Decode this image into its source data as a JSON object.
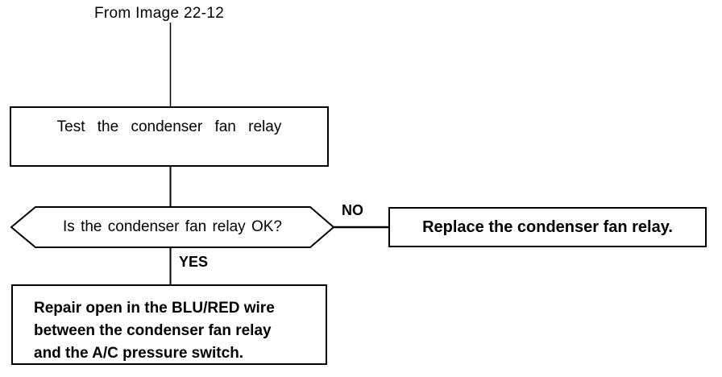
{
  "flowchart": {
    "source_label": "From Image 22-12",
    "nodes": {
      "test": {
        "type": "process",
        "label": "Test the condenser fan relay"
      },
      "decision": {
        "type": "decision",
        "label": "Is the condenser fan relay OK?"
      },
      "replace": {
        "type": "action",
        "label": "Replace the condenser fan relay."
      },
      "repair": {
        "type": "action",
        "lines": [
          "Repair open in the BLU/RED wire",
          "between the condenser fan relay",
          "and the A/C pressure switch."
        ]
      }
    },
    "edges": {
      "no_label": "NO",
      "yes_label": "YES"
    },
    "colors": {
      "ink": "#000000",
      "paper": "#ffffff"
    }
  }
}
